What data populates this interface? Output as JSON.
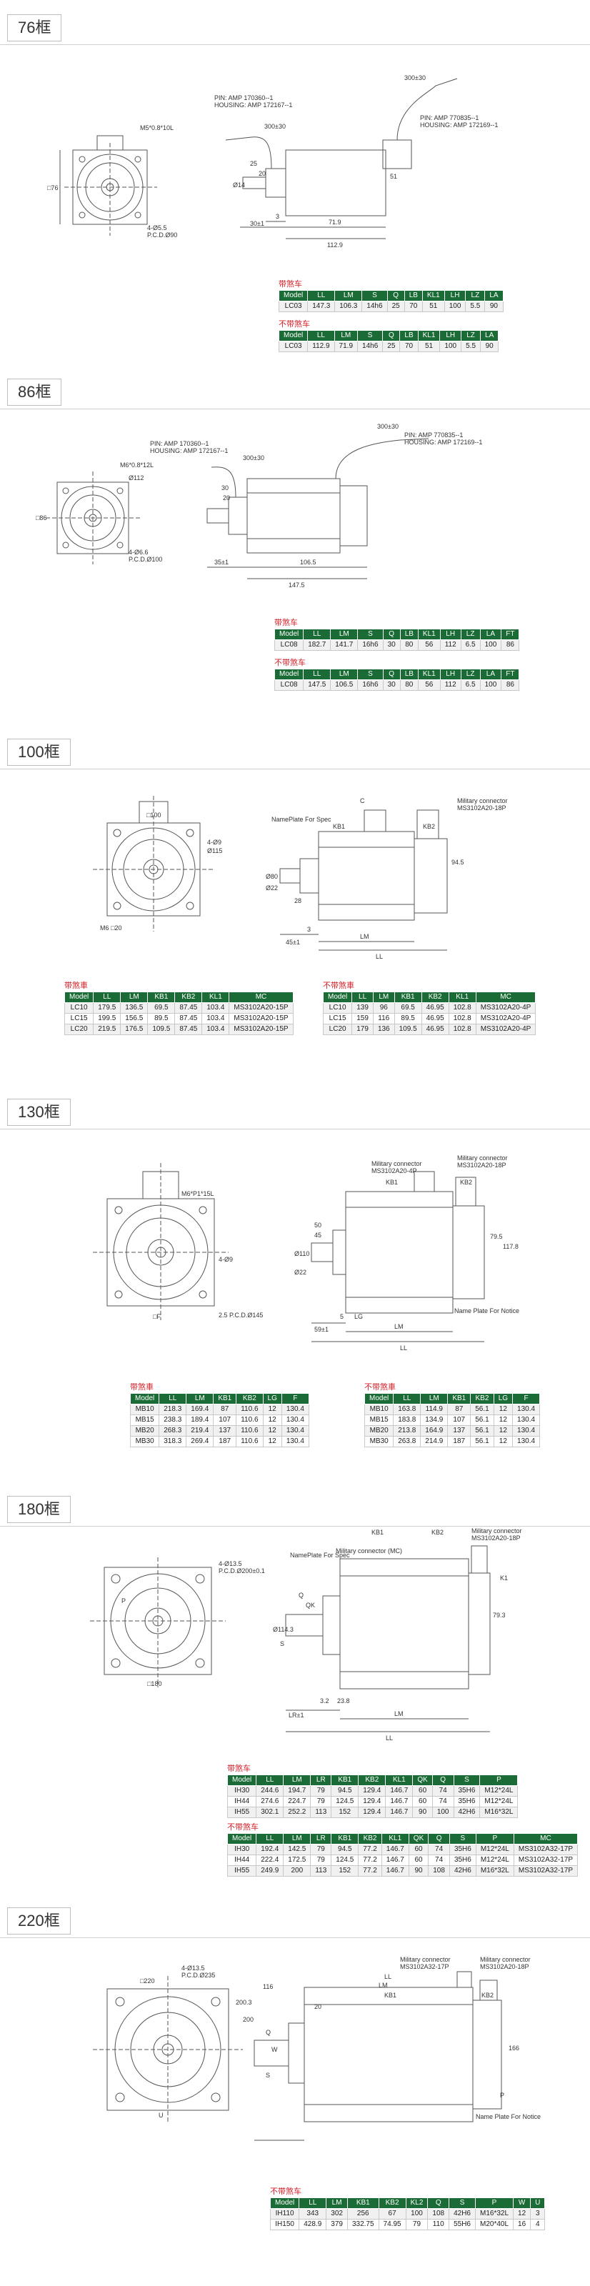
{
  "sections": [
    {
      "label": "76框"
    },
    {
      "label": "86框"
    },
    {
      "label": "100框"
    },
    {
      "label": "130框"
    },
    {
      "label": "180框"
    },
    {
      "label": "220框"
    }
  ],
  "drawings": {
    "s76": {
      "pin_left": "PIN: AMP 170360--1",
      "housing_left": "HOUSING: AMP 172167--1",
      "pin_right": "PIN: AMP 770835--1",
      "housing_right": "HOUSING: AMP 172169--1",
      "dim_300_a": "300±30",
      "dim_300_b": "300±30",
      "dim_m5": "M5*0.8*10L",
      "dim_bcd": "4-Ø5.5",
      "dim_pcd": "P.C.D.Ø90",
      "dim_sq": "□76",
      "dim_25": "25",
      "dim_20": "20",
      "dim_3": "3",
      "dim_30": "30±1",
      "dim_lm": "71.9",
      "dim_ll": "112.9",
      "dim_51": "51",
      "dim_14": "Ø14"
    },
    "s86": {
      "pin_left": "PIN: AMP 170360--1",
      "housing_left": "HOUSING: AMP 172167--1",
      "pin_right": "PIN: AMP 770835--1",
      "housing_right": "HOUSING: AMP 172169--1",
      "dim_300_a": "300±30",
      "dim_300_b": "300±30",
      "dim_m6": "M6*0.8*12L",
      "dim_112": "Ø112",
      "dim_bcd": "4-Ø6.6",
      "dim_pcd": "P.C.D.Ø100",
      "dim_sq": "□86",
      "dim_30": "30",
      "dim_20": "20",
      "dim_35": "35±1",
      "dim_lm": "106.5",
      "dim_ll": "147.5"
    },
    "s100": {
      "sq": "□100",
      "hole": "4-Ø9",
      "pcd": "Ø115",
      "m6": "M6 □20",
      "c": "C",
      "mil_conn": "Military connector",
      "mil_part": "MS3102A20-18P",
      "nameplate": "NamePlate For Spec",
      "kb1": "KB1",
      "kb2": "KB2",
      "lm": "LM",
      "ll": "LL",
      "dim_45": "45±1",
      "dim_3": "3",
      "dim_28": "28",
      "dim_94": "94.5",
      "dim_80": "Ø80",
      "dim_22": "Ø22"
    },
    "s130": {
      "m6": "M6*P1*15L",
      "hole": "4-Ø9",
      "pcd": "2.5 P.C.D.Ø145",
      "sq": "□F",
      "mil_a": "Military connector",
      "mil_a_part": "MS3102A20-4P",
      "mil_b": "Military connector",
      "mil_b_part": "MS3102A20-18P",
      "kb1": "KB1",
      "kb2": "KB2",
      "lg": "LG",
      "lm": "LM",
      "ll": "LL",
      "nameplate": "Name Plate For Notice",
      "dim_50": "50",
      "dim_45": "45",
      "dim_59": "59±1",
      "dim_110": "Ø110",
      "dim_22": "Ø22",
      "dim_795": "79.5",
      "dim_1178": "117.8",
      "dim_5": "5"
    },
    "s180": {
      "hole": "4-Ø13.5",
      "pcd": "P.C.D.Ø200±0.1",
      "sq": "□180",
      "p": "P",
      "q": "Q",
      "qk": "QK",
      "s": "S",
      "mil_conn": "Military connector",
      "mil_part": "MS3102A20-18P",
      "mil_mc": "Military connector (MC)",
      "nameplate": "NamePlate For Spec",
      "kb1": "KB1",
      "kb2": "KB2",
      "lr": "LR±1",
      "lm": "LM",
      "ll": "LL",
      "dim_32": "3.2",
      "dim_238": "23.8",
      "dim_114": "Ø114.3",
      "dim_793": "79.3",
      "dim_k": "K1"
    },
    "s220": {
      "hole": "4-Ø13.5",
      "pcd": "P.C.D.Ø235",
      "sq": "□220",
      "u": "U",
      "mil_a": "Military connector",
      "mil_a_part": "MS3102A32-17P",
      "mil_b": "Military connector",
      "mil_b_part": "MS3102A20-18P",
      "kb1": "KB1",
      "kb2": "KB2",
      "lm": "LM",
      "ll": "LL",
      "nameplate": "Name Plate For Notice",
      "dim_116": "116",
      "dim_20": "20",
      "dim_2003": "200.3",
      "dim_200": "200",
      "dim_q": "Q",
      "dim_w": "W",
      "dim_s": "S",
      "dim_166": "166",
      "dim_p": "P"
    }
  },
  "tables": {
    "s76_brake": {
      "title": "带煞车",
      "header": [
        "Model",
        "LL",
        "LM",
        "S",
        "Q",
        "LB",
        "KL1",
        "LH",
        "LZ",
        "LA"
      ],
      "rows": [
        [
          "LC03",
          "147.3",
          "106.3",
          "14h6",
          "25",
          "70",
          "51",
          "100",
          "5.5",
          "90"
        ]
      ]
    },
    "s76_nobrake": {
      "title": "不带煞车",
      "header": [
        "Model",
        "LL",
        "LM",
        "S",
        "Q",
        "LB",
        "KL1",
        "LH",
        "LZ",
        "LA"
      ],
      "rows": [
        [
          "LC03",
          "112.9",
          "71.9",
          "14h6",
          "25",
          "70",
          "51",
          "100",
          "5.5",
          "90"
        ]
      ]
    },
    "s86_brake": {
      "title": "带煞车",
      "header": [
        "Model",
        "LL",
        "LM",
        "S",
        "Q",
        "LB",
        "KL1",
        "LH",
        "LZ",
        "LA",
        "FT"
      ],
      "rows": [
        [
          "LC08",
          "182.7",
          "141.7",
          "16h6",
          "30",
          "80",
          "56",
          "112",
          "6.5",
          "100",
          "86"
        ]
      ]
    },
    "s86_nobrake": {
      "title": "不带煞车",
      "header": [
        "Model",
        "LL",
        "LM",
        "S",
        "Q",
        "LB",
        "KL1",
        "LH",
        "LZ",
        "LA",
        "FT"
      ],
      "rows": [
        [
          "LC08",
          "147.5",
          "106.5",
          "16h6",
          "30",
          "80",
          "56",
          "112",
          "6.5",
          "100",
          "86"
        ]
      ]
    },
    "s100_brake": {
      "title": "带煞車",
      "header": [
        "Model",
        "LL",
        "LM",
        "KB1",
        "KB2",
        "KL1",
        "MC"
      ],
      "rows": [
        [
          "LC10",
          "179.5",
          "136.5",
          "69.5",
          "87.45",
          "103.4",
          "MS3102A20-15P"
        ],
        [
          "LC15",
          "199.5",
          "156.5",
          "89.5",
          "87.45",
          "103.4",
          "MS3102A20-15P"
        ],
        [
          "LC20",
          "219.5",
          "176.5",
          "109.5",
          "87.45",
          "103.4",
          "MS3102A20-15P"
        ]
      ]
    },
    "s100_nobrake": {
      "title": "不带煞車",
      "header": [
        "Model",
        "LL",
        "LM",
        "KB1",
        "KB2",
        "KL1",
        "MC"
      ],
      "rows": [
        [
          "LC10",
          "139",
          "96",
          "69.5",
          "46.95",
          "102.8",
          "MS3102A20-4P"
        ],
        [
          "LC15",
          "159",
          "116",
          "89.5",
          "46.95",
          "102.8",
          "MS3102A20-4P"
        ],
        [
          "LC20",
          "179",
          "136",
          "109.5",
          "46.95",
          "102.8",
          "MS3102A20-4P"
        ]
      ]
    },
    "s130_brake": {
      "title": "带煞車",
      "header": [
        "Model",
        "LL",
        "LM",
        "KB1",
        "KB2",
        "LG",
        "F"
      ],
      "rows": [
        [
          "MB10",
          "218.3",
          "169.4",
          "87",
          "110.6",
          "12",
          "130.4"
        ],
        [
          "MB15",
          "238.3",
          "189.4",
          "107",
          "110.6",
          "12",
          "130.4"
        ],
        [
          "MB20",
          "268.3",
          "219.4",
          "137",
          "110.6",
          "12",
          "130.4"
        ],
        [
          "MB30",
          "318.3",
          "269.4",
          "187",
          "110.6",
          "12",
          "130.4"
        ]
      ]
    },
    "s130_nobrake": {
      "title": "不带煞車",
      "header": [
        "Model",
        "LL",
        "LM",
        "KB1",
        "KB2",
        "LG",
        "F"
      ],
      "rows": [
        [
          "MB10",
          "163.8",
          "114.9",
          "87",
          "56.1",
          "12",
          "130.4"
        ],
        [
          "MB15",
          "183.8",
          "134.9",
          "107",
          "56.1",
          "12",
          "130.4"
        ],
        [
          "MB20",
          "213.8",
          "164.9",
          "137",
          "56.1",
          "12",
          "130.4"
        ],
        [
          "MB30",
          "263.8",
          "214.9",
          "187",
          "56.1",
          "12",
          "130.4"
        ]
      ]
    },
    "s180_brake": {
      "title": "带煞车",
      "header": [
        "Model",
        "LL",
        "LM",
        "LR",
        "KB1",
        "KB2",
        "KL1",
        "QK",
        "Q",
        "S",
        "P"
      ],
      "rows": [
        [
          "IH30",
          "244.6",
          "194.7",
          "79",
          "94.5",
          "129.4",
          "146.7",
          "60",
          "74",
          "35H6",
          "M12*24L"
        ],
        [
          "IH44",
          "274.6",
          "224.7",
          "79",
          "124.5",
          "129.4",
          "146.7",
          "60",
          "74",
          "35H6",
          "M12*24L"
        ],
        [
          "IH55",
          "302.1",
          "252.2",
          "113",
          "152",
          "129.4",
          "146.7",
          "90",
          "100",
          "42H6",
          "M16*32L"
        ]
      ]
    },
    "s180_nobrake": {
      "title": "不带煞车",
      "header": [
        "Model",
        "LL",
        "LM",
        "LR",
        "KB1",
        "KB2",
        "KL1",
        "QK",
        "Q",
        "S",
        "P",
        "MC"
      ],
      "rows": [
        [
          "IH30",
          "192.4",
          "142.5",
          "79",
          "94.5",
          "77.2",
          "146.7",
          "60",
          "74",
          "35H6",
          "M12*24L",
          "MS3102A32-17P"
        ],
        [
          "IH44",
          "222.4",
          "172.5",
          "79",
          "124.5",
          "77.2",
          "146.7",
          "60",
          "74",
          "35H6",
          "M12*24L",
          "MS3102A32-17P"
        ],
        [
          "IH55",
          "249.9",
          "200",
          "113",
          "152",
          "77.2",
          "146.7",
          "90",
          "108",
          "42H6",
          "M16*32L",
          "MS3102A32-17P"
        ]
      ]
    },
    "s220_nobrake": {
      "title": "不带煞车",
      "header": [
        "Model",
        "LL",
        "LM",
        "KB1",
        "KB2",
        "KL2",
        "Q",
        "S",
        "P",
        "W",
        "U"
      ],
      "rows": [
        [
          "IH110",
          "343",
          "302",
          "256",
          "67",
          "100",
          "108",
          "42H6",
          "M16*32L",
          "12",
          "3"
        ],
        [
          "IH150",
          "428.9",
          "379",
          "332.75",
          "74.95",
          "79",
          "110",
          "55H6",
          "M20*40L",
          "16",
          "4"
        ]
      ]
    }
  }
}
